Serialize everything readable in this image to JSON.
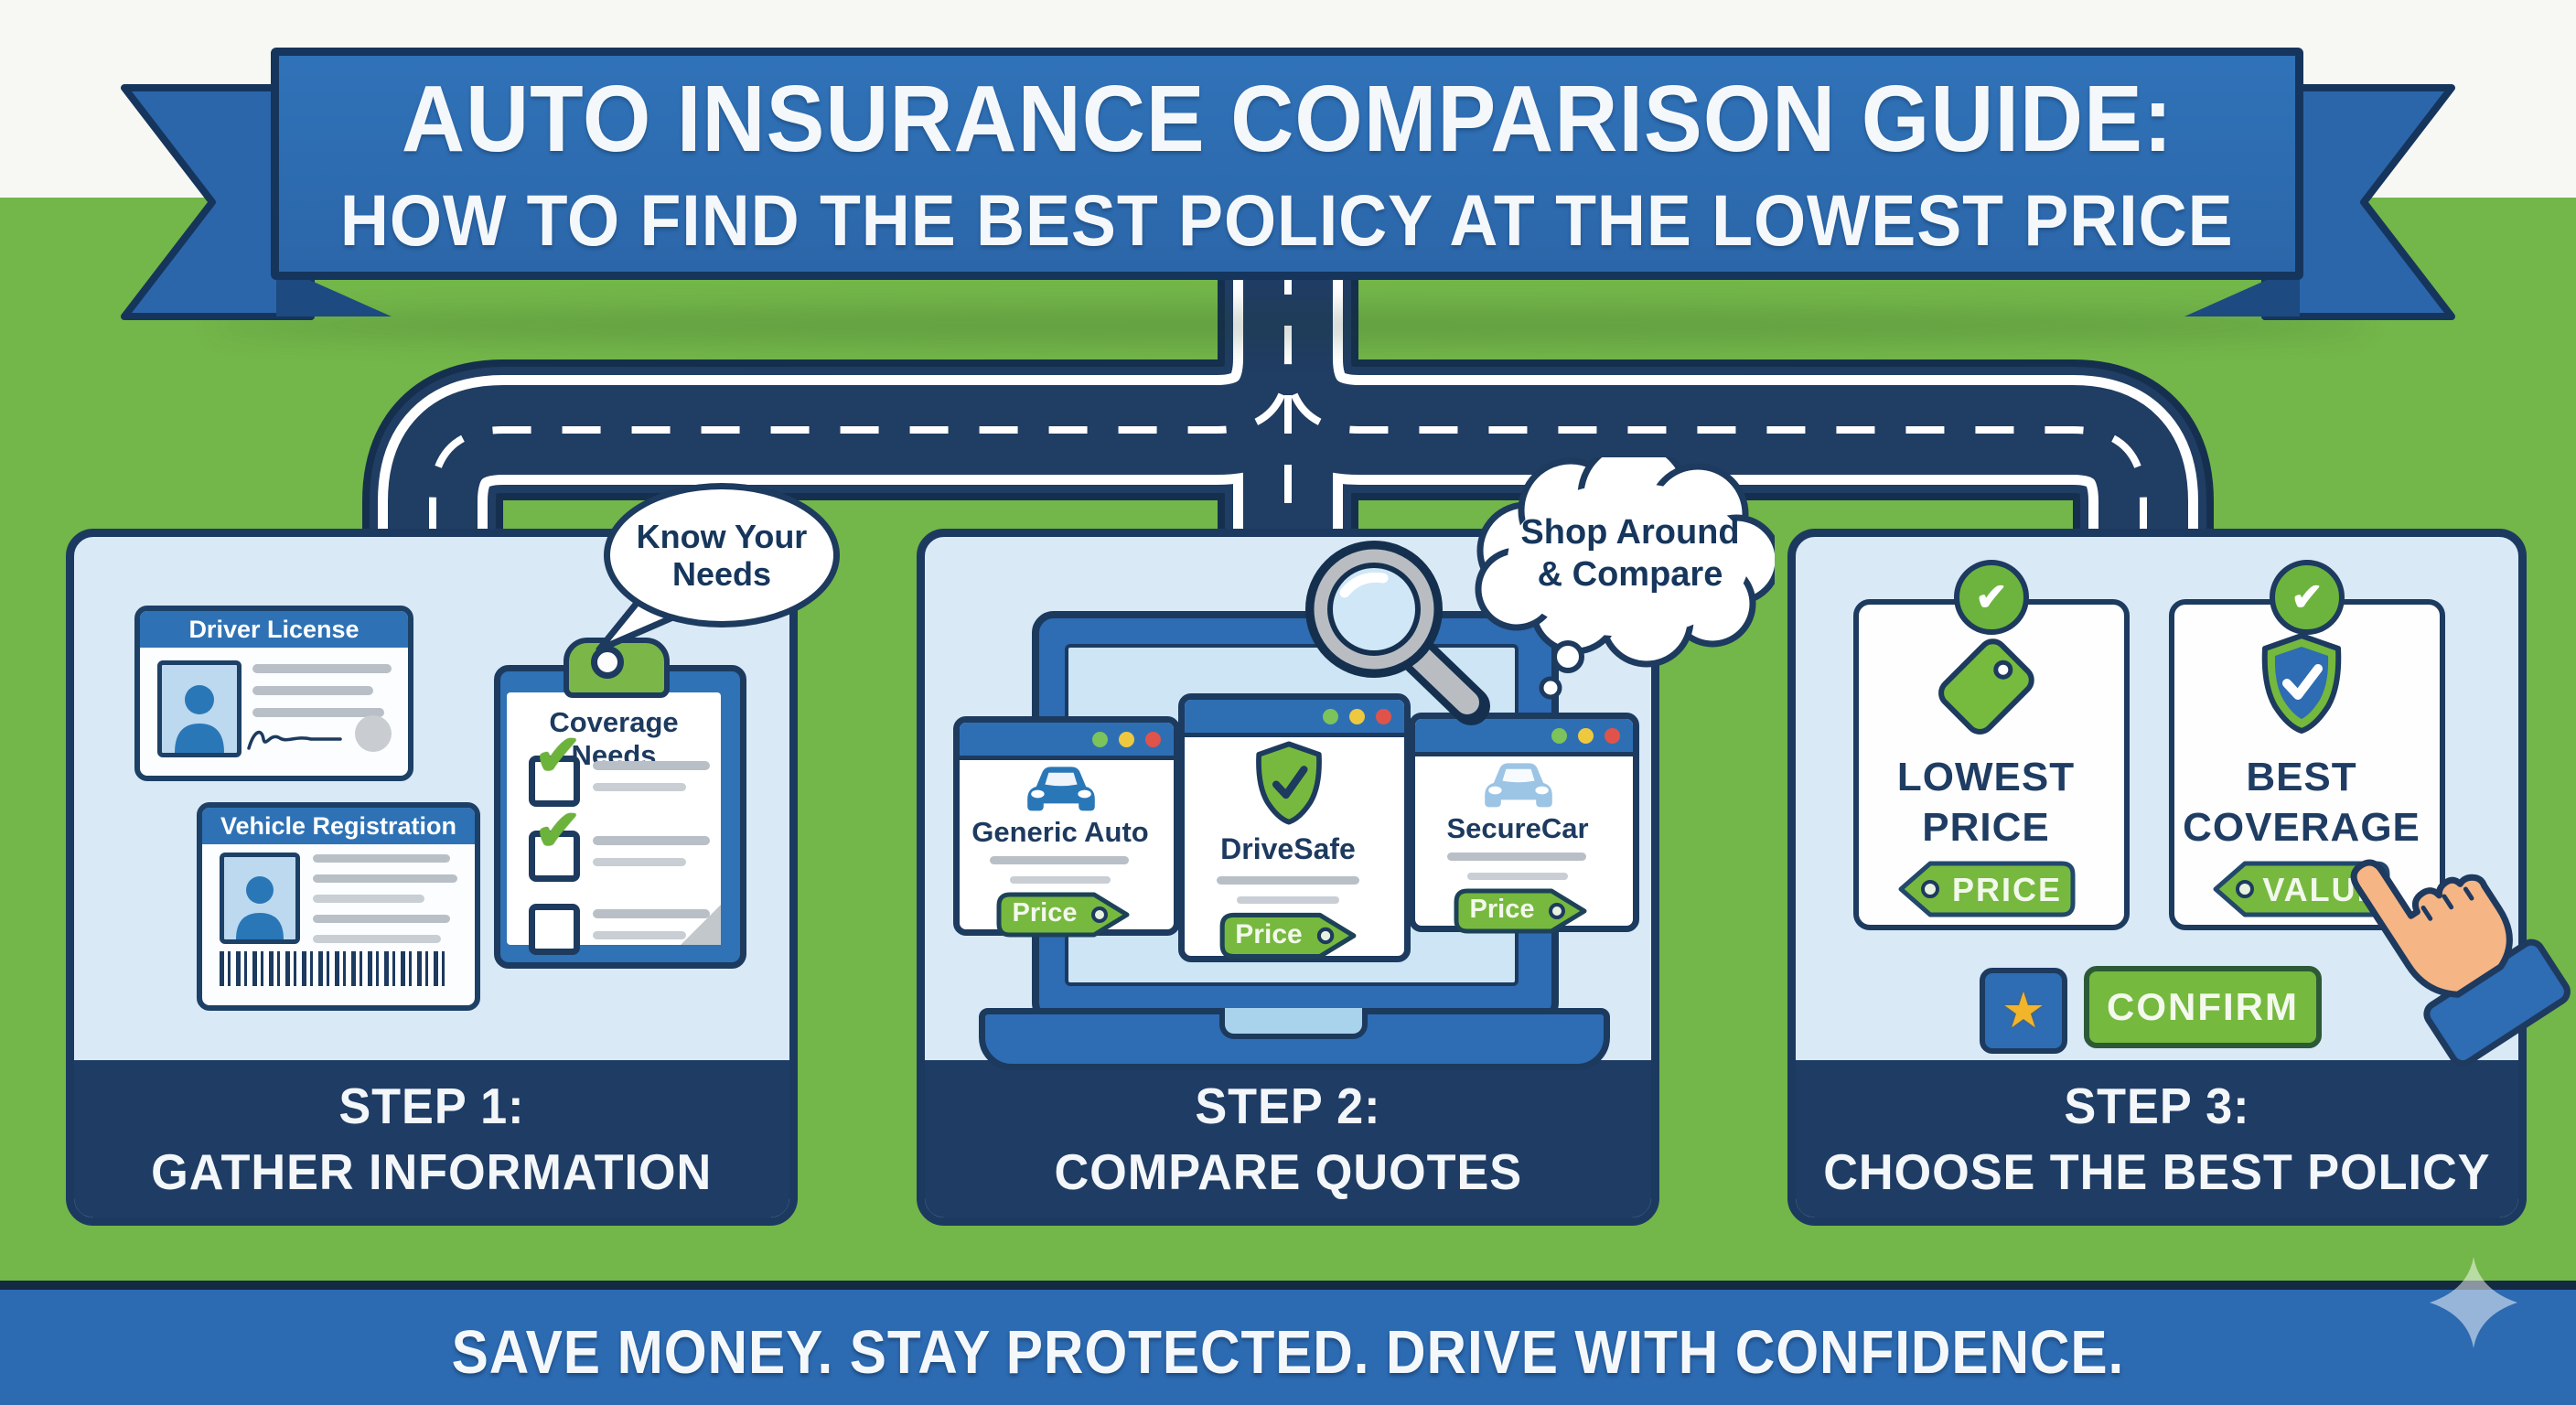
{
  "banner": {
    "line1": "AUTO INSURANCE COMPARISON GUIDE:",
    "line2": "HOW TO FIND THE BEST POLICY AT THE LOWEST PRICE"
  },
  "steps": [
    {
      "bubble_line1": "Know Your",
      "bubble_line2": "Needs",
      "license_title": "Driver License",
      "registration_title": "Vehicle Registration",
      "clipboard_title": "Coverage Needs",
      "footer_line1": "STEP 1:",
      "footer_line2": "GATHER INFORMATION"
    },
    {
      "thought_line1": "Shop Around",
      "thought_line2": "& Compare",
      "quotes": [
        {
          "name": "Generic Auto",
          "tag": "Price"
        },
        {
          "name": "DriveSafe",
          "tag": "Price"
        },
        {
          "name": "SecureCar",
          "tag": "Price"
        }
      ],
      "footer_line1": "STEP 2:",
      "footer_line2": "COMPARE QUOTES"
    },
    {
      "options": [
        {
          "line1": "LOWEST",
          "line2": "PRICE",
          "tag": "PRICE"
        },
        {
          "line1": "BEST",
          "line2": "COVERAGE",
          "tag": "VALUE"
        }
      ],
      "confirm_label": "CONFIRM",
      "footer_line1": "STEP 3:",
      "footer_line2": "CHOOSE THE BEST POLICY"
    }
  ],
  "bottom_bar": {
    "text": "SAVE MONEY. STAY PROTECTED. DRIVE WITH CONFIDENCE."
  },
  "colors": {
    "background_green": "#73b649",
    "ribbon_blue": "#2f6fb4",
    "navy": "#1d3a5f",
    "card_bg": "#d9e9f6",
    "accent_green": "#75b93e",
    "footer_navy": "#1e3c64",
    "bottom_bar_blue": "#2c6ab1",
    "star_yellow": "#f1b52c"
  }
}
